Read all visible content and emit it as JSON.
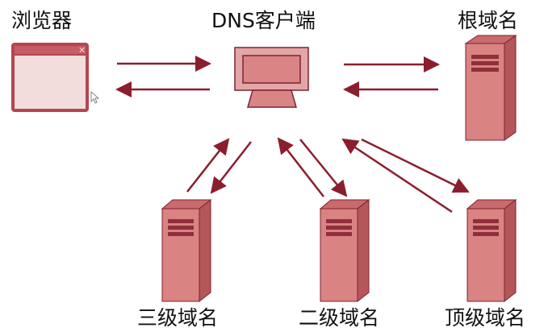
{
  "nodes": {
    "browser": {
      "label": "浏览器"
    },
    "dns_client": {
      "label": "DNS客户端"
    },
    "root_domain": {
      "label": "根域名"
    },
    "third_level_domain": {
      "label": "三级域名"
    },
    "second_level_domain": {
      "label": "二级域名"
    },
    "top_level_domain": {
      "label": "顶级域名"
    }
  },
  "colors": {
    "arrow": "#8b1e2d",
    "server_fill": "#d98382",
    "server_stroke": "#7f2230",
    "browser_frame": "#b3474f",
    "browser_body": "#f3dcdc",
    "client_fill": "#d98585"
  },
  "icons": {
    "browser": "browser-window-icon",
    "dns_client": "computer-icon",
    "servers": "server-tower-icon"
  }
}
